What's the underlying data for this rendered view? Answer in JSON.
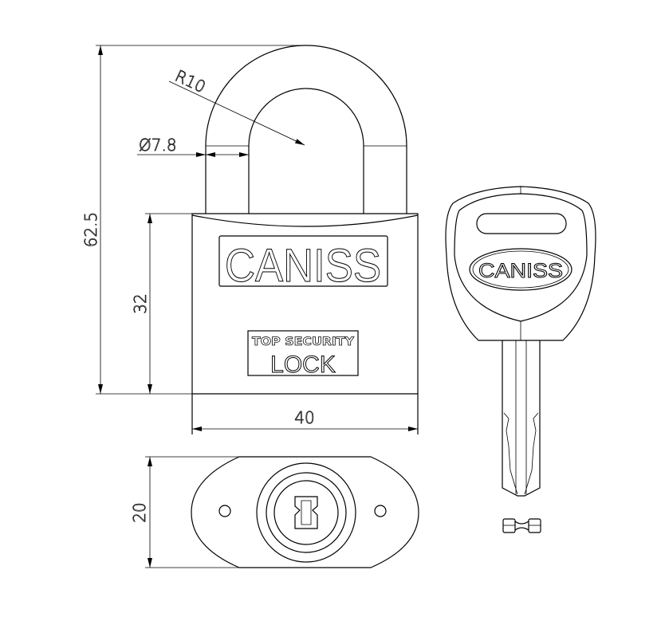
{
  "drawing": {
    "title": "Padlock technical drawing",
    "dimensions": {
      "overall_height": "62.5",
      "body_height": "32",
      "body_width": "40",
      "body_depth": "20",
      "shackle_radius": "R10",
      "shackle_diameter": "Ø7.8"
    },
    "body_text": {
      "brand": "CANISS",
      "line1": "TOP SECURITY",
      "line2": "LOCK"
    },
    "key": {
      "brand": "CANISS"
    }
  }
}
